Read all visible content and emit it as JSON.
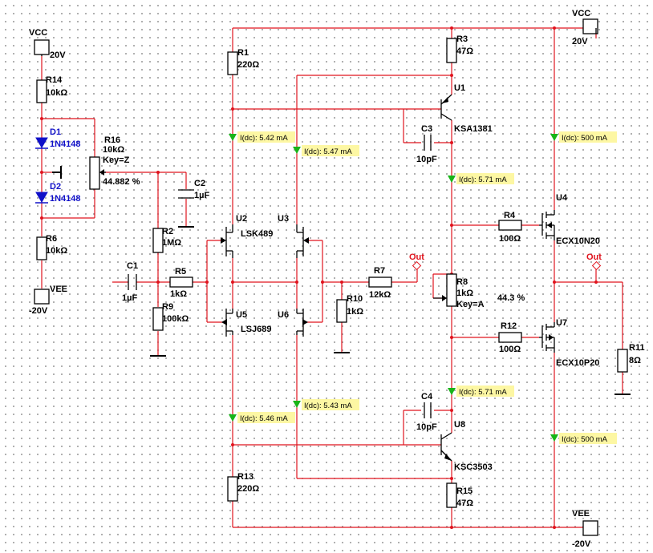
{
  "supplies": {
    "vcc_left_name": "VCC",
    "vcc_left_value": "20V",
    "vee_left_name": "VEE",
    "vee_left_value": "-20V",
    "vcc_right_name": "VCC",
    "vcc_right_value": "20V",
    "vee_right_name": "VEE",
    "vee_right_value": "-20V"
  },
  "components": {
    "R14": {
      "ref": "R14",
      "value": "10kΩ"
    },
    "D1": {
      "ref": "D1",
      "value": "1N4148"
    },
    "D2": {
      "ref": "D2",
      "value": "1N4148"
    },
    "R6": {
      "ref": "R6",
      "value": "10kΩ"
    },
    "R16": {
      "ref": "R16",
      "value": "10kΩ",
      "key": "Key=Z",
      "setting": "44.882 %"
    },
    "C2": {
      "ref": "C2",
      "value": "1µF"
    },
    "R2": {
      "ref": "R2",
      "value": "1MΩ"
    },
    "C1": {
      "ref": "C1",
      "value": "1µF"
    },
    "R5": {
      "ref": "R5",
      "value": "1kΩ"
    },
    "R9": {
      "ref": "R9",
      "value": "100kΩ"
    },
    "R1": {
      "ref": "R1",
      "value": "220Ω"
    },
    "R13": {
      "ref": "R13",
      "value": "220Ω"
    },
    "U2": {
      "ref": "U2",
      "part": "LSK489"
    },
    "U3": {
      "ref": "U3"
    },
    "U5": {
      "ref": "U5",
      "part": "LSJ689"
    },
    "U6": {
      "ref": "U6"
    },
    "R7": {
      "ref": "R7",
      "value": "12kΩ"
    },
    "R10": {
      "ref": "R10",
      "value": "1kΩ"
    },
    "R3": {
      "ref": "R3",
      "value": "47Ω"
    },
    "U1": {
      "ref": "U1",
      "part": "KSA1381"
    },
    "C3": {
      "ref": "C3",
      "value": "10pF"
    },
    "R8": {
      "ref": "R8",
      "value": "1kΩ",
      "key": "Key=A",
      "setting": "44.3 %"
    },
    "C4": {
      "ref": "C4",
      "value": "10pF"
    },
    "U8": {
      "ref": "U8",
      "part": "KSC3503"
    },
    "R15": {
      "ref": "R15",
      "value": "47Ω"
    },
    "R4": {
      "ref": "R4",
      "value": "100Ω"
    },
    "R12": {
      "ref": "R12",
      "value": "100Ω"
    },
    "U4": {
      "ref": "U4",
      "part": "ECX10N20"
    },
    "U7": {
      "ref": "U7",
      "part": "ECX10P20"
    },
    "R11": {
      "ref": "R11",
      "value": "8Ω"
    }
  },
  "nets": {
    "out_mid": "Out",
    "out_right": "Out"
  },
  "probes": [
    {
      "label": "I(dc): 5.42 mA"
    },
    {
      "label": "I(dc): 5.47 mA"
    },
    {
      "label": "I(dc): 5.71 mA"
    },
    {
      "label": "I(dc): 500 mA"
    },
    {
      "label": "I(dc): 5.43 mA"
    },
    {
      "label": "I(dc): 5.46 mA"
    },
    {
      "label": "I(dc): 5.71 mA"
    },
    {
      "label": "I(dc): 500 mA"
    }
  ],
  "colors": {
    "wire": "#e0141e",
    "probe_fill": "#fdf7a3",
    "probe_arrow": "#18b418",
    "diode": "#1010c8"
  }
}
